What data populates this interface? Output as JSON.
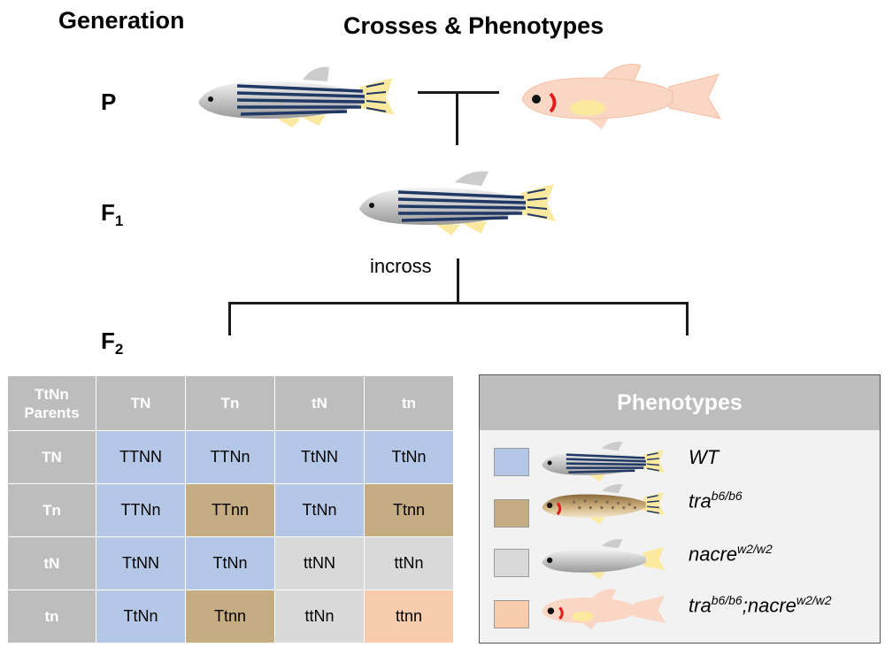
{
  "header": {
    "generation": "Generation",
    "crosses": "Crosses & Phenotypes"
  },
  "generations": {
    "p": "P",
    "f1": "F",
    "f1_sub": "1",
    "f2": "F",
    "f2_sub": "2"
  },
  "incross_label": "incross",
  "punnett": {
    "corner_line1": "TtNn",
    "corner_line2": "Parents",
    "columns": [
      "TN",
      "Tn",
      "tN",
      "tn"
    ],
    "rows": [
      {
        "label": "TN",
        "cells": [
          "TTNN",
          "TTNn",
          "TtNN",
          "TtNn"
        ],
        "phenotypes": [
          "WT",
          "WT",
          "WT",
          "WT"
        ]
      },
      {
        "label": "Tn",
        "cells": [
          "TTNn",
          "TTnn",
          "TtNn",
          "Ttnn"
        ],
        "phenotypes": [
          "WT",
          "tra",
          "WT",
          "tra"
        ]
      },
      {
        "label": "tN",
        "cells": [
          "TtNN",
          "TtNn",
          "ttNN",
          "ttNn"
        ],
        "phenotypes": [
          "WT",
          "WT",
          "nacre",
          "nacre"
        ]
      },
      {
        "label": "tn",
        "cells": [
          "TtNn",
          "Ttnn",
          "ttNn",
          "ttnn"
        ],
        "phenotypes": [
          "WT",
          "tra",
          "nacre",
          "double"
        ]
      }
    ]
  },
  "legend": {
    "title": "Phenotypes",
    "items": [
      {
        "key": "WT",
        "name": "WT",
        "sup": "",
        "name2": "",
        "sup2": "",
        "color": "#b4c7e7",
        "fish": "striped-fish-icon"
      },
      {
        "key": "tra",
        "name": "tra",
        "sup": "b6/b6",
        "name2": "",
        "sup2": "",
        "color": "#c5ac83",
        "fish": "spotted-fish-icon"
      },
      {
        "key": "nacre",
        "name": "nacre",
        "sup": "w2/w2",
        "name2": "",
        "sup2": "",
        "color": "#d9d9d9",
        "fish": "silver-fish-icon"
      },
      {
        "key": "double",
        "name": "tra",
        "sup": "b6/b6",
        "name2": ";nacre",
        "sup2": "w2/w2",
        "color": "#f8cbad",
        "fish": "pink-fish-icon"
      }
    ]
  },
  "colors": {
    "WT": "#b4c7e7",
    "tra": "#c5ac83",
    "nacre": "#d9d9d9",
    "double": "#f8cbad",
    "header_gray": "#bdbdbd",
    "stripe": "#1f3864",
    "fin_yellow": "#fce9a0",
    "pink_fish": "#fad6c4"
  }
}
